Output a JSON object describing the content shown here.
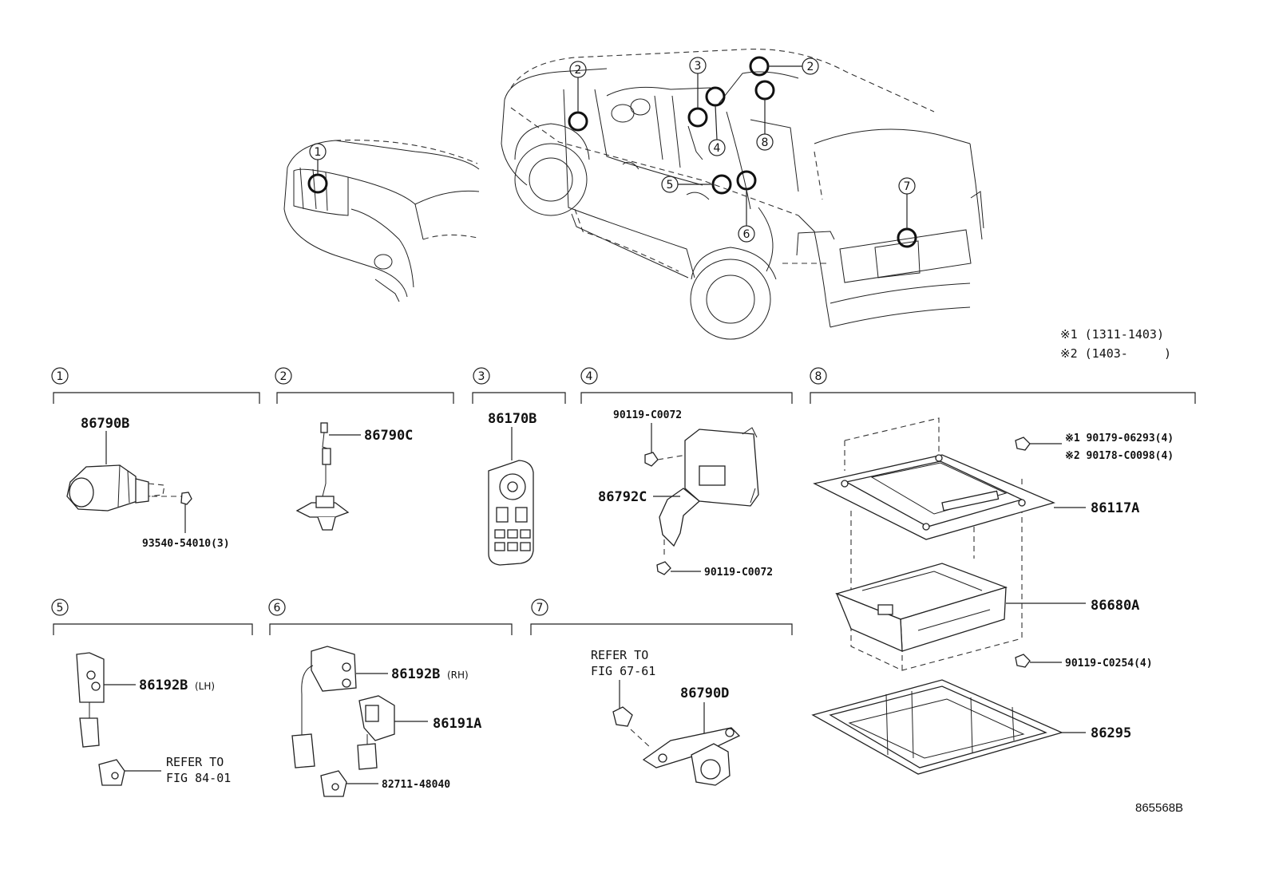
{
  "locations": [
    {
      "num": "1"
    },
    {
      "num": "2"
    },
    {
      "num": "3"
    },
    {
      "num": "4"
    },
    {
      "num": "5"
    },
    {
      "num": "6"
    },
    {
      "num": "7"
    },
    {
      "num": "8"
    }
  ],
  "notes": {
    "note1": "※1 (1311-1403)",
    "note2": "※2 (1403-     )"
  },
  "sections": [
    {
      "num": "1",
      "parts": {
        "main": "86790B",
        "bolt": "93540-54010(3)"
      }
    },
    {
      "num": "2",
      "parts": {
        "main": "86790C"
      }
    },
    {
      "num": "3",
      "parts": {
        "main": "86170B"
      }
    },
    {
      "num": "4",
      "parts": {
        "main": "86792C",
        "screw_top": "90119-C0072",
        "screw_bottom": "90119-C0072"
      }
    },
    {
      "num": "5",
      "parts": {
        "main": "86192B",
        "main_side": "(LH)",
        "ref1": "REFER TO",
        "ref2": "FIG 84-01"
      }
    },
    {
      "num": "6",
      "parts": {
        "main": "86192B",
        "main_side": "(RH)",
        "second": "86191A",
        "clip": "82711-48040"
      }
    },
    {
      "num": "7",
      "parts": {
        "ref1": "REFER TO",
        "ref2": "FIG 67-61",
        "main": "86790D"
      }
    },
    {
      "num": "8",
      "parts": {
        "bolt1": "※1 90179-06293(4)",
        "bolt2": "※2 90178-C0098(4)",
        "bracket": "86117A",
        "display": "86680A",
        "bolt3": "90119-C0254(4)",
        "cover": "86295"
      }
    }
  ],
  "figure_id": "865568B"
}
